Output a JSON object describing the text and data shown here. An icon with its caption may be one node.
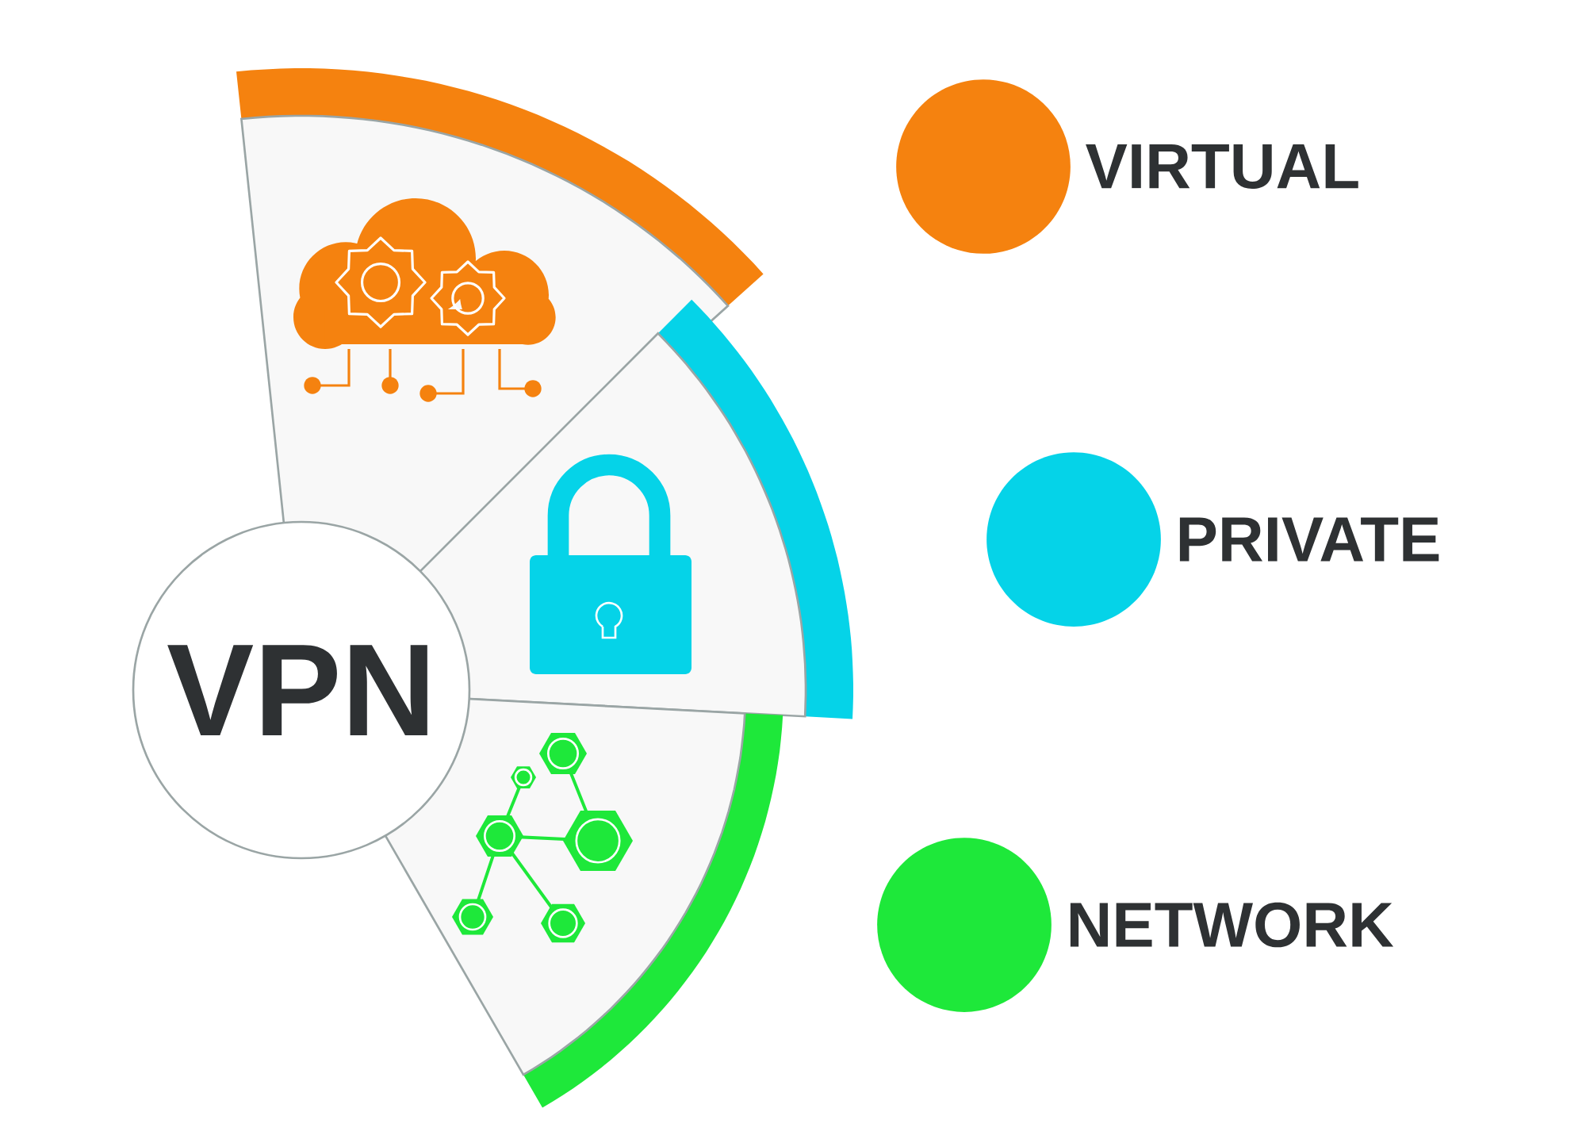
{
  "diagram": {
    "nodes": [
      {
        "text": [
          "VPN"
        ]
      }
    ],
    "legend": [
      {
        "text": "VIRTUAL",
        "color": "#f5820f"
      },
      {
        "text": "PRIVATE",
        "color": "#05d3e8"
      },
      {
        "text": "NETWORK",
        "color": "#1ee83a"
      }
    ]
  }
}
